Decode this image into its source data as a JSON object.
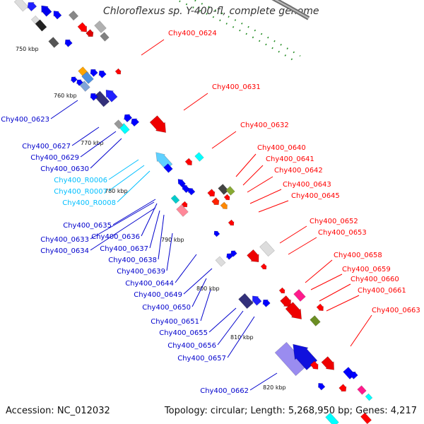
{
  "title": "Chloroflexus sp. Y-400-fl, complete genome",
  "footer": {
    "accession": "Accession: NC_012032",
    "info": "Topology: circular; Length: 5,268,950 bp; Genes: 4,217"
  },
  "colors": {
    "forward": "#ff0000",
    "reverse": "#0000ff",
    "rna": "#00bfff",
    "backbone": "#808080",
    "tick": "#228b22"
  },
  "scale_labels": [
    "750 kbp",
    "760 kbp",
    "770 kbp",
    "780 kbp",
    "790 kbp",
    "800 kbp",
    "810 kbp",
    "820 kbp"
  ],
  "forward_labels": [
    "Chy400_0624",
    "Chy400_0631",
    "Chy400_0632",
    "Chy400_0640",
    "Chy400_0641",
    "Chy400_0642",
    "Chy400_0643",
    "Chy400_0645",
    "Chy400_0652",
    "Chy400_0653",
    "Chy400_0658",
    "Chy400_0659",
    "Chy400_0660",
    "Chy400_0661",
    "Chy400_0663"
  ],
  "reverse_labels": [
    "Chy400_0623",
    "Chy400_0627",
    "Chy400_0629",
    "Chy400_0630",
    "Chy400_0635",
    "Chy400_0633",
    "Chy400_0636",
    "Chy400_0634",
    "Chy400_0637",
    "Chy400_0638",
    "Chy400_0639",
    "Chy400_0644",
    "Chy400_0649",
    "Chy400_0650",
    "Chy400_0651",
    "Chy400_0655",
    "Chy400_0656",
    "Chy400_0657",
    "Chy400_0662"
  ],
  "rna_labels": [
    "Chy400_R0006",
    "Chy400_R0007",
    "Chy400_R0008"
  ]
}
